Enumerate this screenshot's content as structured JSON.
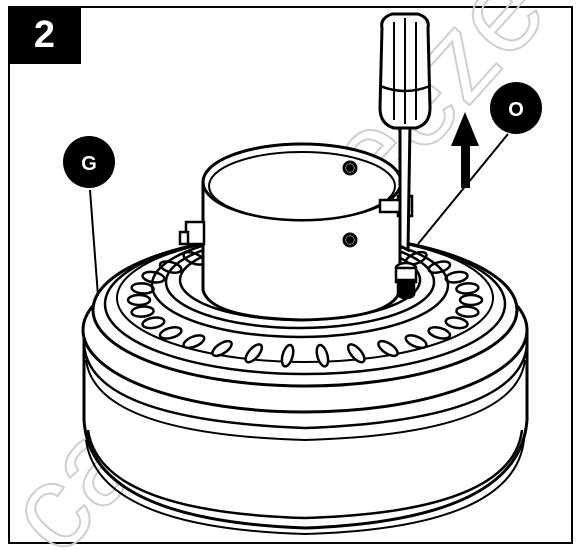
{
  "step": {
    "number": "2"
  },
  "callouts": [
    {
      "id": "G",
      "label": "G"
    },
    {
      "id": "O",
      "label": "O"
    }
  ],
  "watermark": {
    "text": "carbonbreeze"
  },
  "colors": {
    "ink": "#000000",
    "paper": "#ffffff",
    "watermark": "#cfcfcf"
  }
}
